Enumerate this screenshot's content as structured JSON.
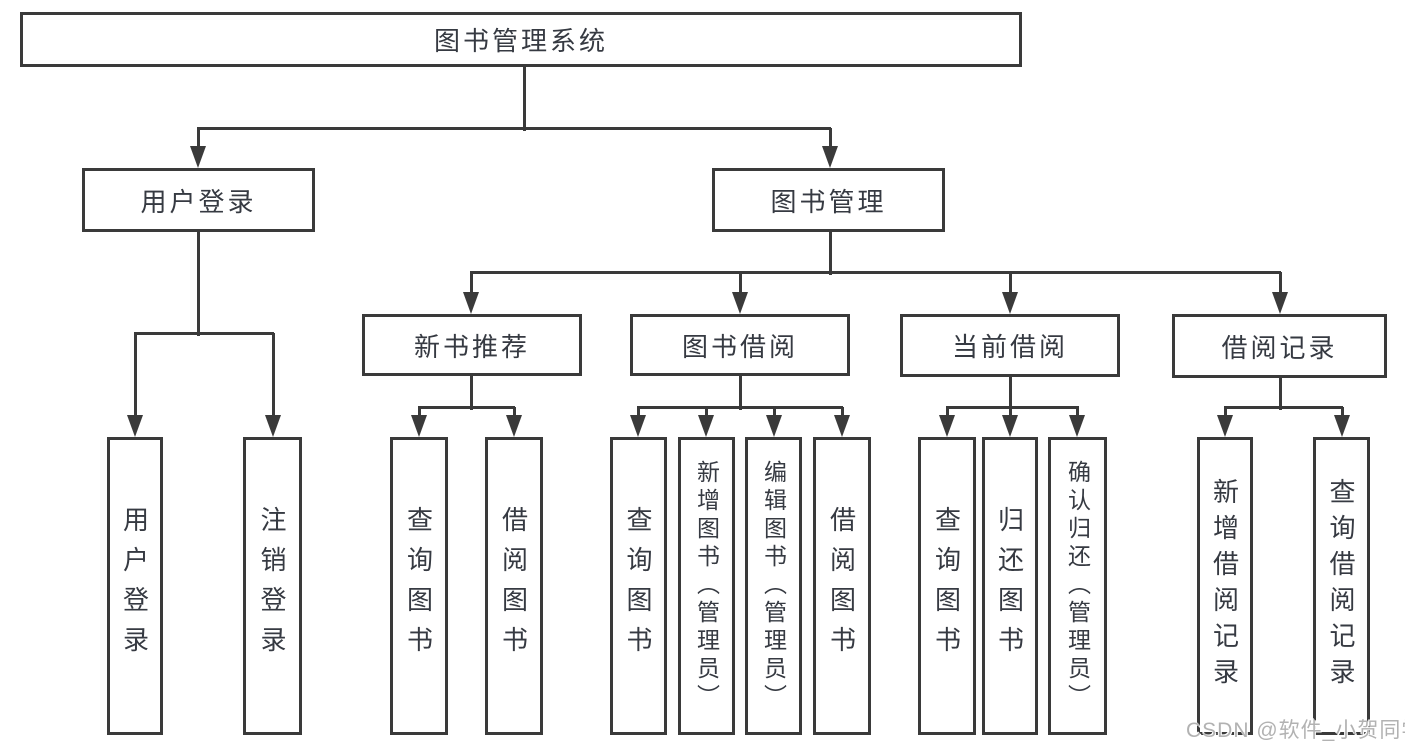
{
  "diagram": {
    "root": "图书管理系统",
    "branches": [
      {
        "label": "用户登录",
        "children": [
          "用户登录",
          "注销登录"
        ]
      },
      {
        "label": "图书管理",
        "children": [
          {
            "label": "新书推荐",
            "children": [
              "查询图书",
              "借阅图书"
            ]
          },
          {
            "label": "图书借阅",
            "children": [
              "查询图书",
              "新增图书（管理员）",
              "编辑图书（管理员）",
              "借阅图书"
            ]
          },
          {
            "label": "当前借阅",
            "children": [
              "查询图书",
              "归还图书",
              "确认归还（管理员）"
            ]
          },
          {
            "label": "借阅记录",
            "children": [
              "新增借阅记录",
              "查询借阅记录"
            ]
          }
        ]
      }
    ],
    "colors": {
      "line": "#3a3a3a",
      "text": "#363a42",
      "background": "#ffffff",
      "watermark_text": "#b2b2b2"
    },
    "watermark": "CSDN @软件_小贺同学"
  }
}
